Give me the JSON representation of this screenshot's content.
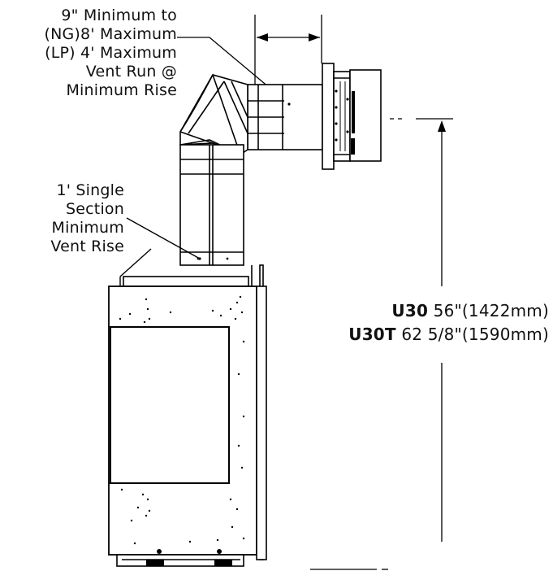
{
  "annotations": {
    "vent_run": {
      "lines": [
        "9\" Minimum to",
        "(NG)8' Maximum",
        "(LP) 4' Maximum",
        "Vent Run @",
        "Minimum Rise"
      ]
    },
    "single_section": {
      "lines": [
        "1' Single",
        "Section",
        "Minimum",
        "Vent Rise"
      ]
    },
    "height": {
      "rows": [
        {
          "model": "U30",
          "value": "56\"(1422mm)"
        },
        {
          "model": "U30T",
          "value": "62 5/8\"(1590mm)"
        }
      ]
    }
  },
  "colors": {
    "line": "#000000",
    "fill": "#ffffff",
    "speckle": "#000000"
  }
}
